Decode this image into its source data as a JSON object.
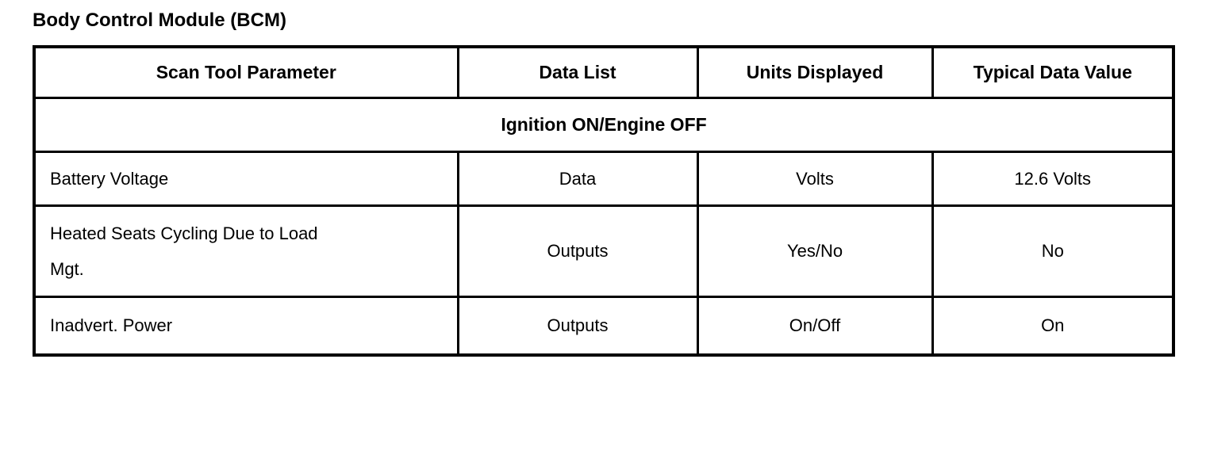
{
  "page": {
    "title": "Body Control Module (BCM)"
  },
  "table": {
    "headers": [
      "Scan Tool Parameter",
      "Data List",
      "Units Displayed",
      "Typical Data Value"
    ],
    "section_label": "Ignition ON/Engine OFF",
    "rows": [
      {
        "parameter": "Battery Voltage",
        "data_list": "Data",
        "units": "Volts",
        "typical": "12.6 Volts"
      },
      {
        "parameter": "Heated Seats Cycling Due to Load\nMgt.",
        "data_list": "Outputs",
        "units": "Yes/No",
        "typical": "No"
      },
      {
        "parameter": "Inadvert. Power",
        "data_list": "Outputs",
        "units": "On/Off",
        "typical": "On"
      }
    ]
  }
}
